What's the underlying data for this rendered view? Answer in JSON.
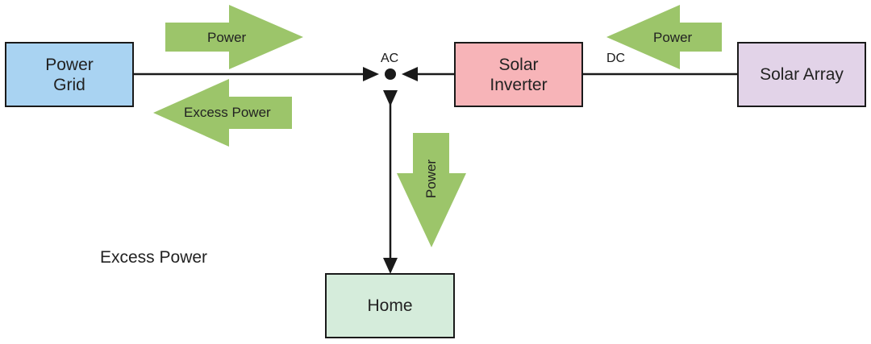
{
  "colors": {
    "grid_fill": "#a9d3f2",
    "inverter_fill": "#f7b4b8",
    "array_fill": "#e2d3e8",
    "home_fill": "#d5ecdb",
    "arrow_fill": "#9cc56a",
    "line": "#1a1a1a"
  },
  "nodes": {
    "grid": "Power\nGrid",
    "inverter": "Solar\nInverter",
    "array": "Solar Array",
    "home": "Home"
  },
  "labels": {
    "ac": "AC",
    "dc": "DC",
    "loose_text": "Excess Power"
  },
  "arrows": {
    "grid_in": "Power",
    "grid_out": "Excess Power",
    "array_out": "Power",
    "home_in": "Power"
  }
}
